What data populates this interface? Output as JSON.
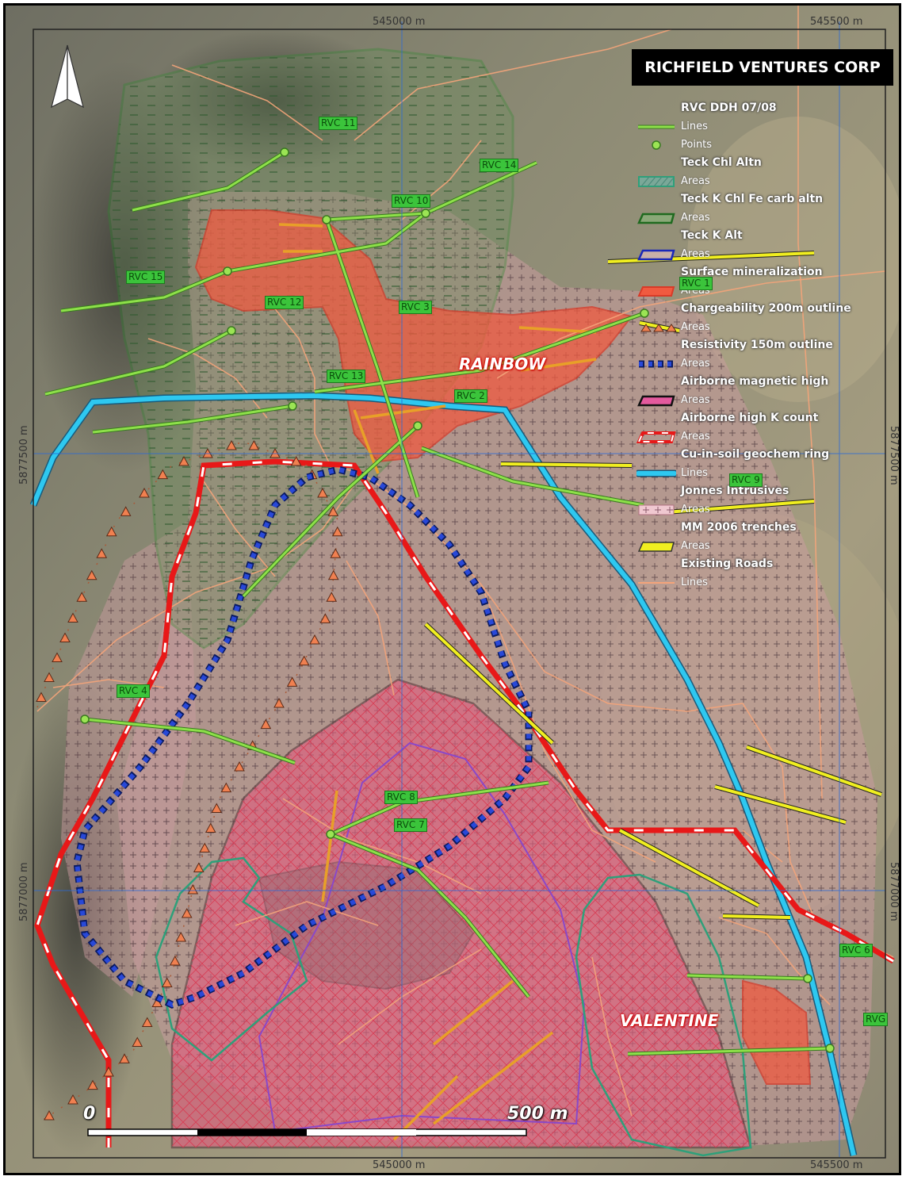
{
  "title": "RICHFIELD VENTURES CORP",
  "coordinates": {
    "top": [
      "545000 m",
      "545500 m"
    ],
    "bottom": [
      "545000 m",
      "545500 m"
    ],
    "left": [
      "5877500 m",
      "5877000 m"
    ],
    "right": [
      "5877500 m",
      "5877000 m"
    ]
  },
  "legend": [
    {
      "title": "RVC DDH 07/08",
      "items": [
        {
          "label": "Lines",
          "symbol": "green-line"
        },
        {
          "label": "Points",
          "symbol": "green-point"
        }
      ]
    },
    {
      "title": "Teck Chl Altn",
      "items": [
        {
          "label": "Areas",
          "symbol": "teal-hatch"
        }
      ]
    },
    {
      "title": "Teck K Chl Fe carb altn",
      "items": [
        {
          "label": "Areas",
          "symbol": "green-outline"
        }
      ]
    },
    {
      "title": "Teck K Alt",
      "items": [
        {
          "label": "Areas",
          "symbol": "blue-outline"
        }
      ]
    },
    {
      "title": "Surface mineralization",
      "items": [
        {
          "label": "Areas",
          "symbol": "red-fill"
        }
      ]
    },
    {
      "title": "Chargeability 200m outline",
      "items": [
        {
          "label": "Areas",
          "symbol": "triangle-line"
        }
      ]
    },
    {
      "title": "Resistivity 150m outline",
      "items": [
        {
          "label": "Areas",
          "symbol": "blue-dots"
        }
      ]
    },
    {
      "title": "Airborne magnetic high",
      "items": [
        {
          "label": "Areas",
          "symbol": "pink-crosshatch"
        }
      ]
    },
    {
      "title": "Airborne high K count",
      "items": [
        {
          "label": "Areas",
          "symbol": "red-dashed"
        }
      ]
    },
    {
      "title": "Cu-in-soil geochem ring",
      "items": [
        {
          "label": "Lines",
          "symbol": "cyan-line"
        }
      ]
    },
    {
      "title": "Jonnes Intrusives",
      "items": [
        {
          "label": "Areas",
          "symbol": "pink-plus"
        }
      ]
    },
    {
      "title": "MM 2006 trenches",
      "items": [
        {
          "label": "Areas",
          "symbol": "yellow-fill"
        }
      ]
    },
    {
      "title": "Existing Roads",
      "items": [
        {
          "label": "Lines",
          "symbol": "road-line"
        }
      ]
    }
  ],
  "zones": [
    "RAINBOW",
    "VALENTINE"
  ],
  "drillholes": [
    "RVC 11",
    "RVC 14",
    "RVC 10",
    "RVC 15",
    "RVC 12",
    "RVC 3",
    "RVC 1",
    "RVC 13",
    "RVC 2",
    "RVC 9",
    "RVC 4",
    "RVC 8",
    "RVC 7",
    "RVC 6",
    "RVG"
  ],
  "scale_bar": {
    "start_label": "0",
    "end_label": "500 m"
  },
  "colors": {
    "drillhole": "#8ee04a",
    "surface_mineralization": "#f05a40",
    "cu_soil": "#2ec8f0",
    "trench": "#f0ee20",
    "resistivity": "#1030b0",
    "high_k": "#e81818",
    "chargeability": "#e8783a"
  }
}
